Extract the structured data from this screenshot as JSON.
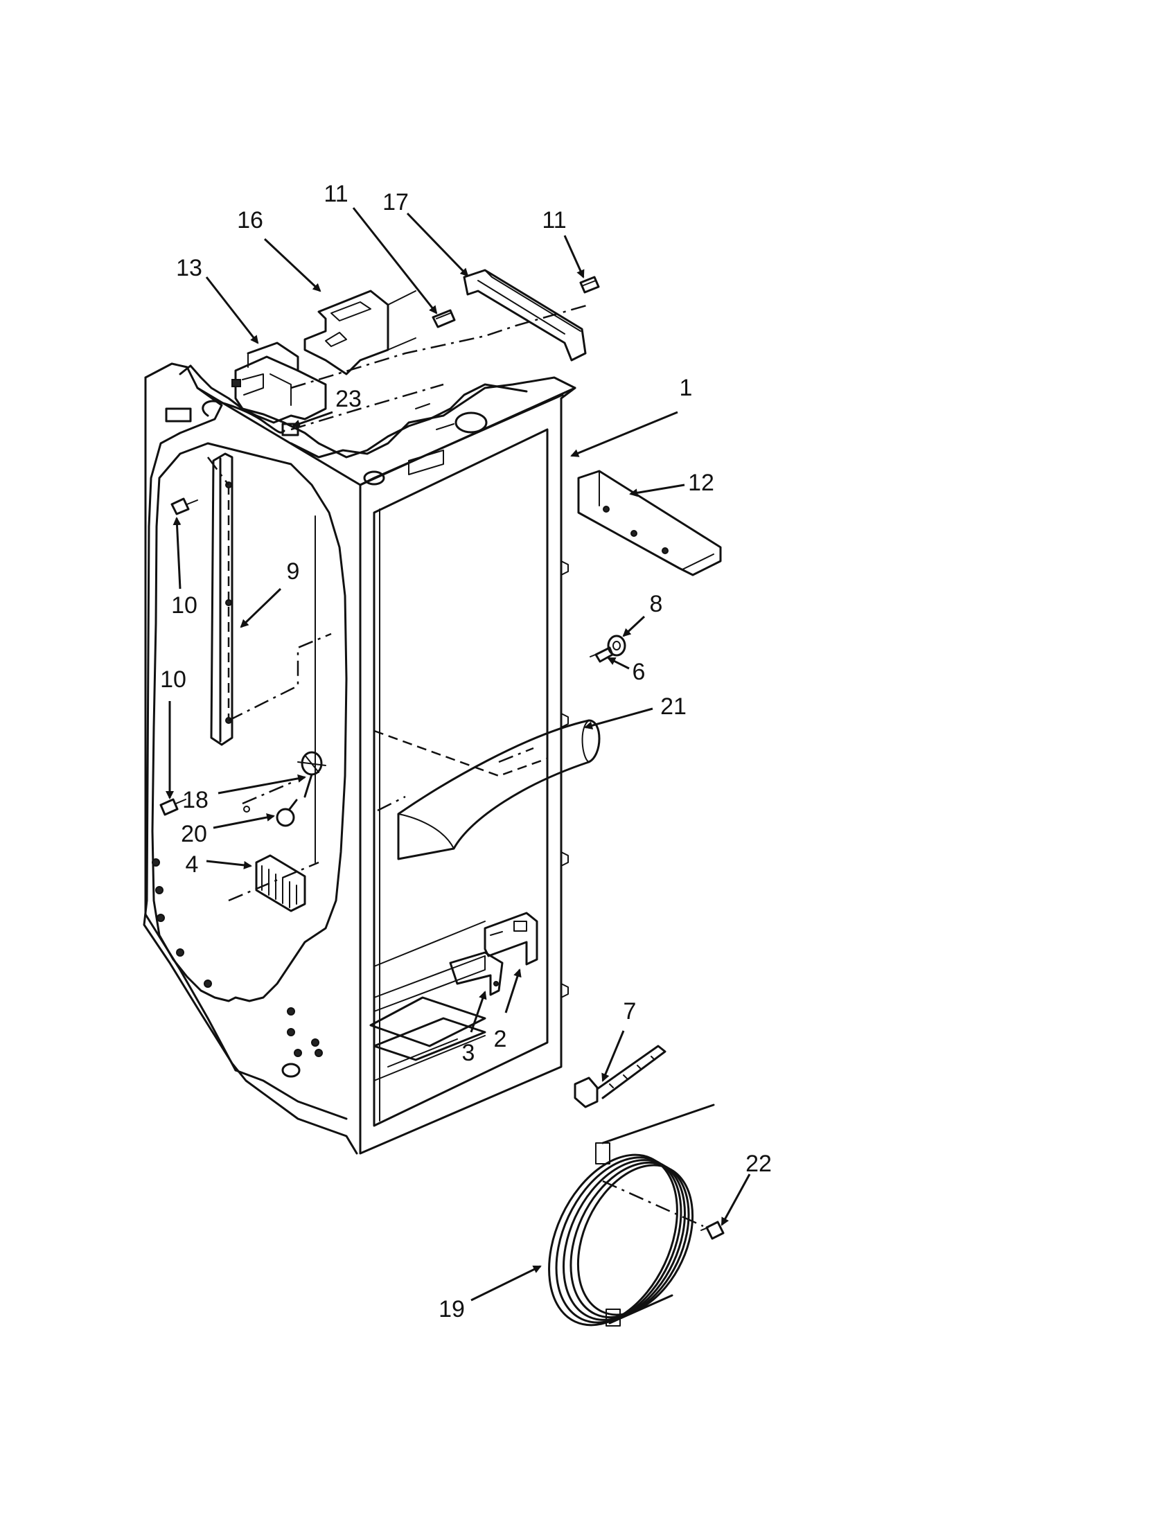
{
  "diagram": {
    "callouts": [
      {
        "id": "c1",
        "label": "1"
      },
      {
        "id": "c2",
        "label": "2"
      },
      {
        "id": "c3",
        "label": "3"
      },
      {
        "id": "c4",
        "label": "4"
      },
      {
        "id": "c6",
        "label": "6"
      },
      {
        "id": "c7",
        "label": "7"
      },
      {
        "id": "c8",
        "label": "8"
      },
      {
        "id": "c9",
        "label": "9"
      },
      {
        "id": "c10a",
        "label": "10"
      },
      {
        "id": "c10b",
        "label": "10"
      },
      {
        "id": "c11a",
        "label": "11"
      },
      {
        "id": "c11b",
        "label": "11"
      },
      {
        "id": "c12",
        "label": "12"
      },
      {
        "id": "c13",
        "label": "13"
      },
      {
        "id": "c16",
        "label": "16"
      },
      {
        "id": "c17",
        "label": "17"
      },
      {
        "id": "c18",
        "label": "18"
      },
      {
        "id": "c19",
        "label": "19"
      },
      {
        "id": "c20",
        "label": "20"
      },
      {
        "id": "c21",
        "label": "21"
      },
      {
        "id": "c22",
        "label": "22"
      },
      {
        "id": "c23",
        "label": "23"
      }
    ]
  }
}
